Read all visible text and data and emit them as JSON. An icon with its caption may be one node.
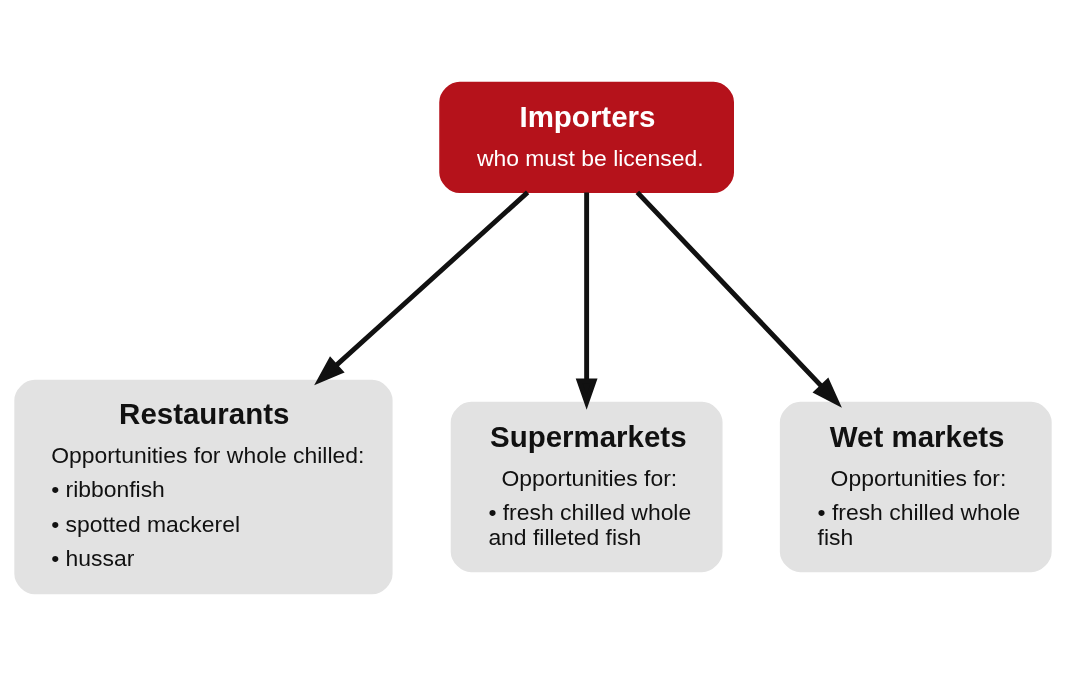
{
  "diagram": {
    "nodes": [
      {
        "text": [
          "Importers",
          "who must be licensed."
        ]
      },
      {
        "text": [
          "Restaurants",
          "Opportunities for whole chilled:",
          "• ribbonfish",
          "• spotted mackerel",
          "• hussar"
        ]
      },
      {
        "text": [
          "Supermarkets",
          "Opportunities for:",
          "• fresh chilled whole and filleted fish"
        ]
      },
      {
        "text": [
          "Wet markets",
          "Opportunities for:",
          "• fresh chilled whole fish"
        ]
      }
    ],
    "edges": [
      {
        "from": 0,
        "to": 1,
        "arrow": "to"
      },
      {
        "from": 0,
        "to": 2,
        "arrow": "to"
      },
      {
        "from": 0,
        "to": 3,
        "arrow": "to"
      }
    ]
  }
}
